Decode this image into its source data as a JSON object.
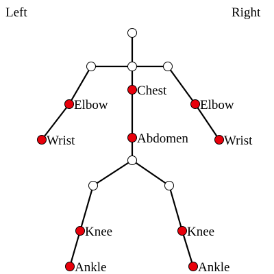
{
  "header": {
    "left_label": "Left",
    "right_label": "Right"
  },
  "colors": {
    "marked_joint": "#e8000b",
    "plain_joint": "#ffffff",
    "line": "#000000"
  },
  "joints": [
    {
      "id": "head",
      "label": "",
      "marked": false
    },
    {
      "id": "neck",
      "label": "",
      "marked": false
    },
    {
      "id": "l-shoulder",
      "label": "",
      "marked": false
    },
    {
      "id": "r-shoulder",
      "label": "",
      "marked": false
    },
    {
      "id": "chest",
      "label": "Chest",
      "marked": true
    },
    {
      "id": "l-elbow",
      "label": "Elbow",
      "marked": true
    },
    {
      "id": "r-elbow",
      "label": "Elbow",
      "marked": true
    },
    {
      "id": "l-wrist",
      "label": "Wrist",
      "marked": true
    },
    {
      "id": "r-wrist",
      "label": "Wrist",
      "marked": true
    },
    {
      "id": "abdomen",
      "label": "Abdomen",
      "marked": true
    },
    {
      "id": "pelvis",
      "label": "",
      "marked": false
    },
    {
      "id": "l-hip",
      "label": "",
      "marked": false
    },
    {
      "id": "r-hip",
      "label": "",
      "marked": false
    },
    {
      "id": "l-knee",
      "label": "Knee",
      "marked": true
    },
    {
      "id": "r-knee",
      "label": "Knee",
      "marked": true
    },
    {
      "id": "l-ankle",
      "label": "Ankle",
      "marked": true
    },
    {
      "id": "r-ankle",
      "label": "Ankle",
      "marked": true
    }
  ],
  "bones": [
    [
      "head",
      "neck"
    ],
    [
      "l-shoulder",
      "r-shoulder"
    ],
    [
      "l-shoulder",
      "l-elbow"
    ],
    [
      "l-elbow",
      "l-wrist"
    ],
    [
      "r-shoulder",
      "r-elbow"
    ],
    [
      "r-elbow",
      "r-wrist"
    ],
    [
      "neck",
      "chest"
    ],
    [
      "chest",
      "abdomen"
    ],
    [
      "abdomen",
      "pelvis"
    ],
    [
      "pelvis",
      "l-hip"
    ],
    [
      "pelvis",
      "r-hip"
    ],
    [
      "l-hip",
      "l-knee"
    ],
    [
      "l-knee",
      "l-ankle"
    ],
    [
      "r-hip",
      "r-knee"
    ],
    [
      "r-knee",
      "r-ankle"
    ]
  ]
}
